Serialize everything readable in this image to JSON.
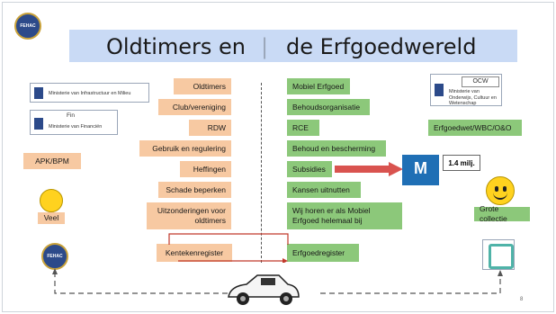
{
  "title": {
    "left": "Oldtimers en",
    "separator": "|",
    "right": "de Erfgoedwereld"
  },
  "left_column": [
    "Oldtimers",
    "Club/vereniging",
    "RDW",
    "Gebruik en regulering",
    "Heffingen",
    "Schade beperken",
    "Uitzonderingen voor oldtimers"
  ],
  "right_column": [
    "Mobiel Erfgoed",
    "Behoudsorganisatie",
    "RCE",
    "Behoud en bescherming",
    "Subsidies",
    "Kansen uitnutten",
    "Wij horen er als Mobiel Erfgoed helemaal bij"
  ],
  "register_left": "Kentekenregister",
  "register_right": "Erfgoedregister",
  "logos": {
    "ministry_ienm": "Ministerie van Infrastructuur en Milieu",
    "ministry_fin_short": "Fin",
    "ministry_fin": "Ministerie van Financiën",
    "ocw_short": "OCW",
    "ocw": "Ministerie van Onderwijs, Cultuur en Wetenschap",
    "fehac": "FEHAC",
    "m_letter": "M"
  },
  "tags": {
    "apk": "APK/BPM",
    "erfgoedwet": "Erfgoedwet/WBC/O&O",
    "subsidy_value": "1.4 milj."
  },
  "captions": {
    "veel": "Veel",
    "grote_collectie": "Grote collectie"
  },
  "page_number": "8",
  "colors": {
    "orange": "#f7c9a2",
    "green": "#8cc87a",
    "title_bar": "#c9daf5",
    "arrow": "#d9534f",
    "blue": "#1f6fb5"
  }
}
